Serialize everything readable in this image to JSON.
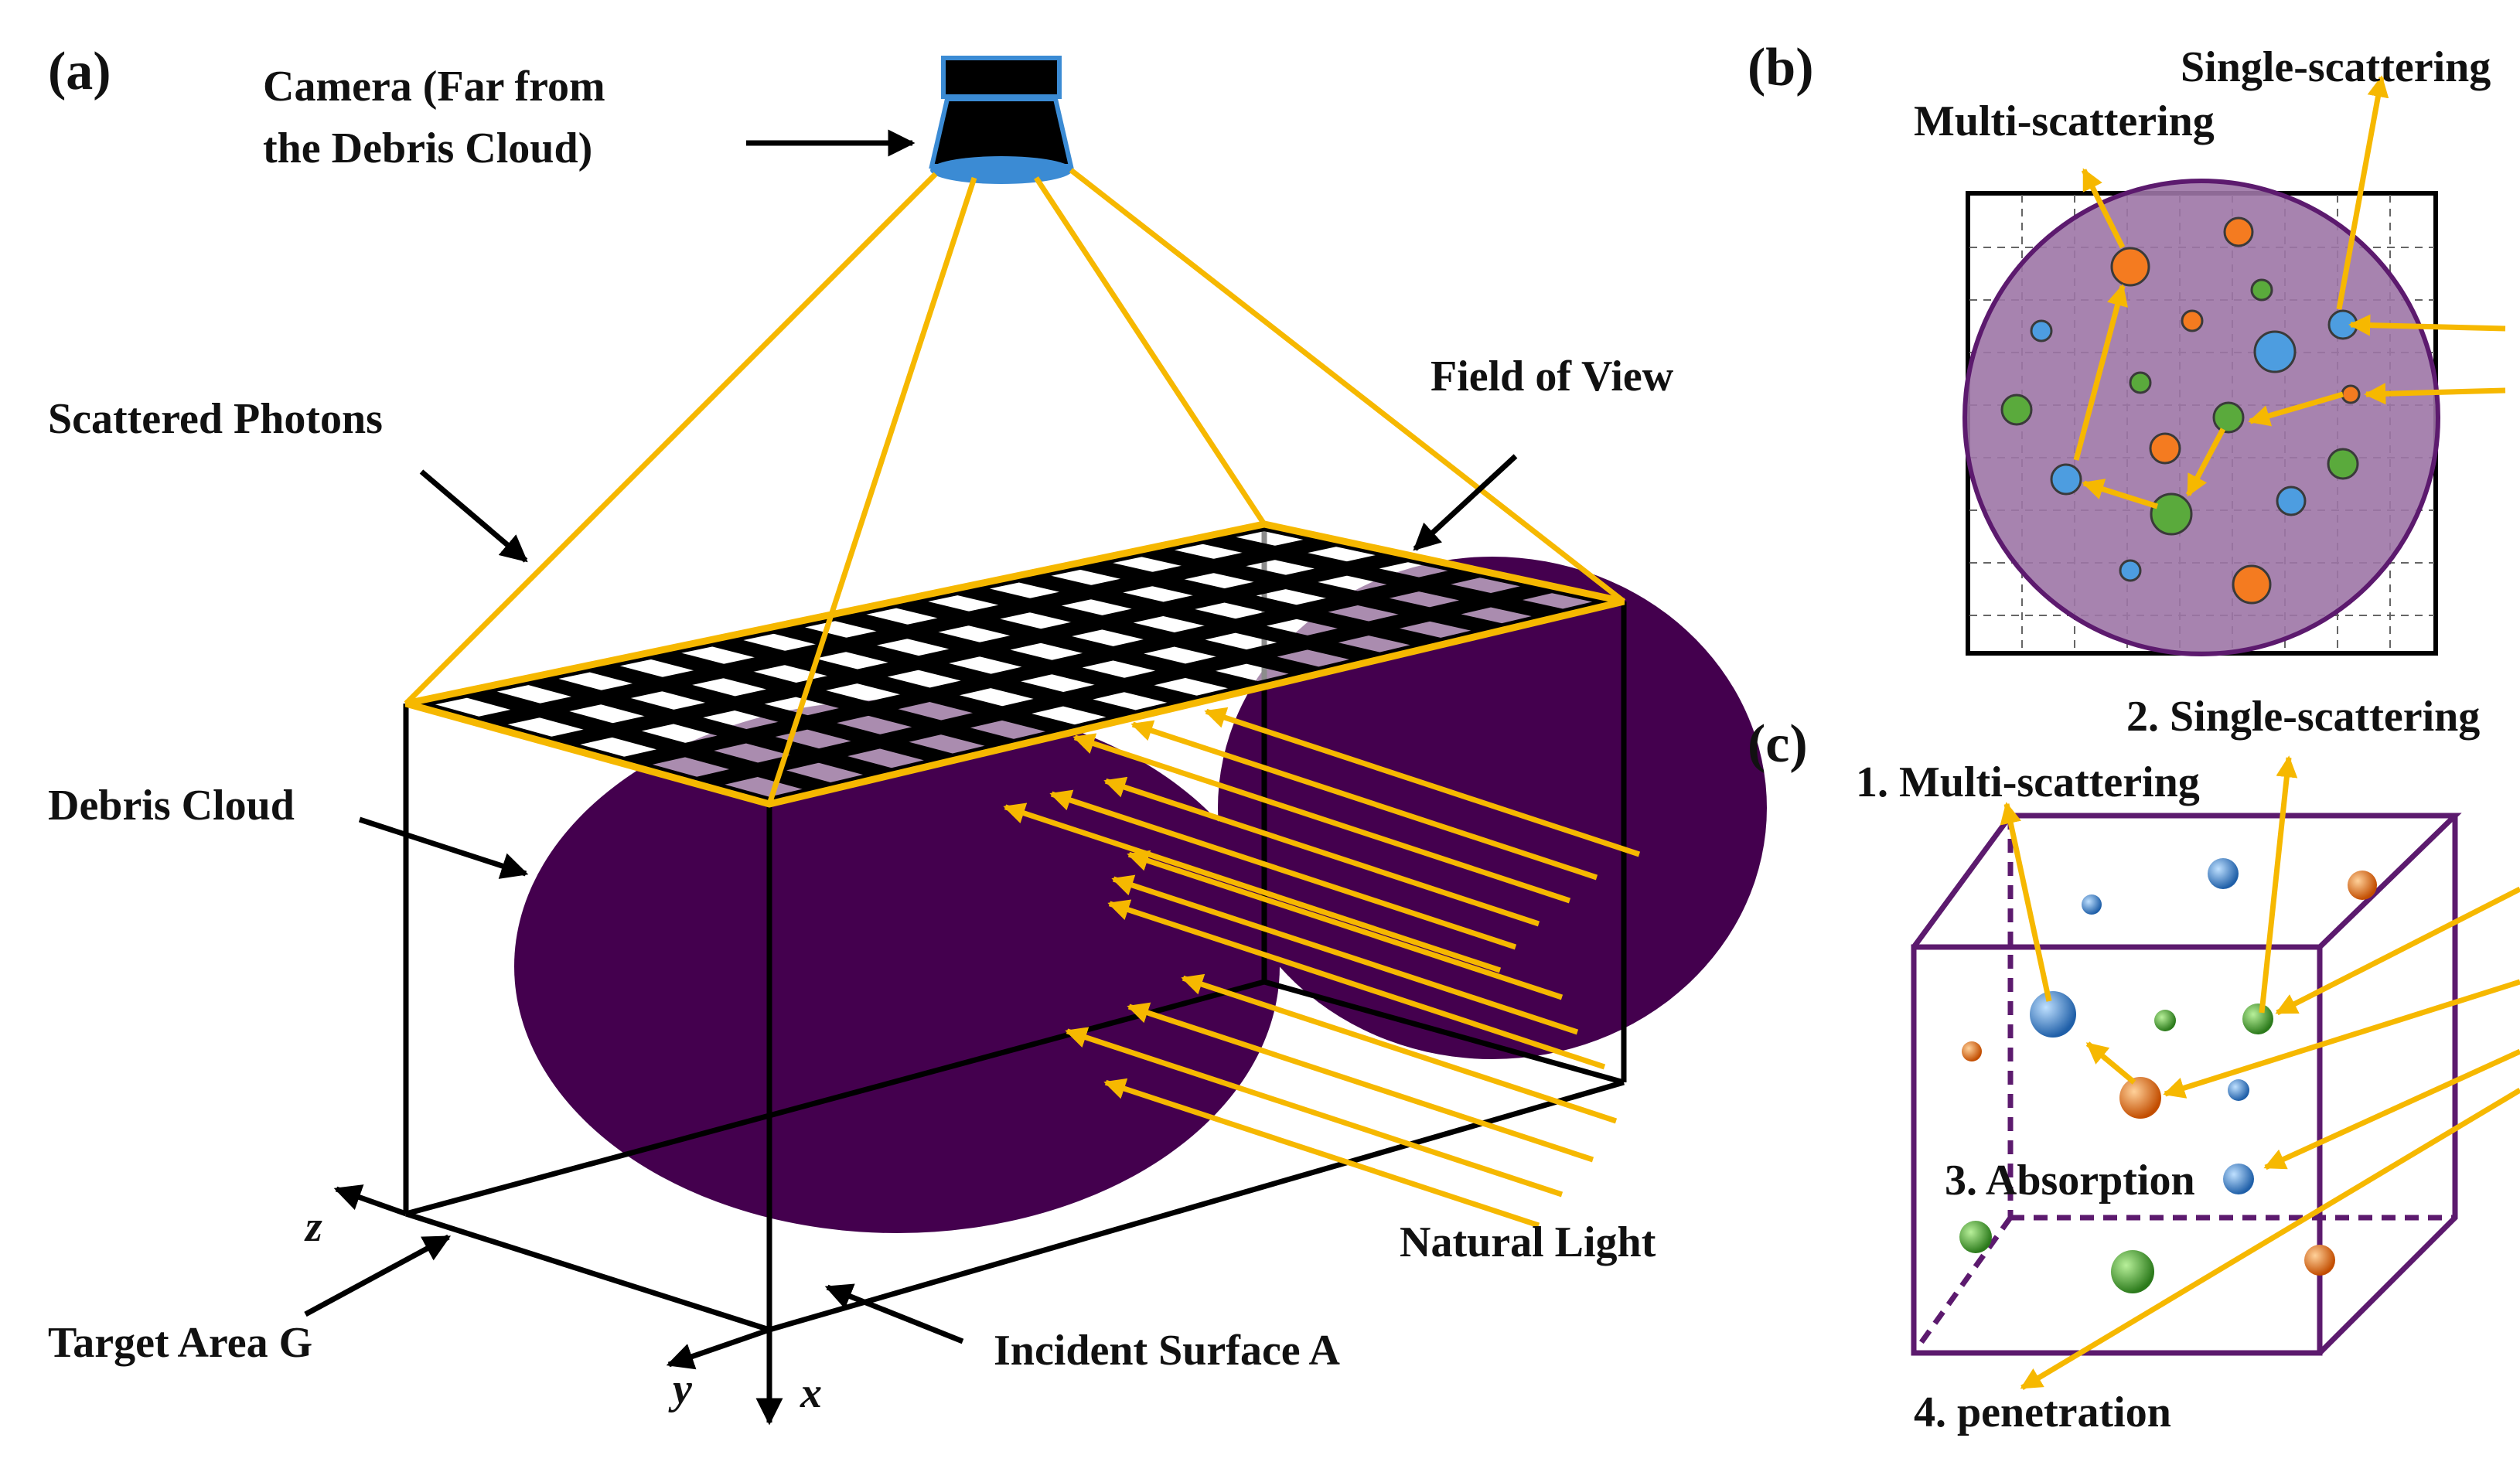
{
  "panels": {
    "a": "(a)",
    "b": "(b)",
    "c": "(c)"
  },
  "labels": {
    "camera_line1": "Camera (Far from",
    "camera_line2": "the Debris Cloud)",
    "scattered_photons": "Scattered Photons",
    "field_of_view": "Field of View",
    "debris_cloud": "Debris Cloud",
    "natural_light": "Natural Light",
    "target_area": "Target Area G",
    "incident_surface": "Incident  Surface A",
    "axis_z": "z",
    "axis_y": "y",
    "axis_x": "x"
  },
  "panel_b": {
    "multi_scattering": "Multi-scattering",
    "single_scattering": "Single-scattering"
  },
  "panel_c": {
    "single_scattering": "2. Single-scattering",
    "multi_scattering": "1. Multi-scattering",
    "absorption": "3. Absorption",
    "penetration": "4. penetration"
  },
  "colors": {
    "cloud": "#44004e",
    "cloud_b": "#9d75a6",
    "ray": "#f6b800",
    "particle_blue": "#4d9de0",
    "particle_orange": "#f47b20",
    "particle_green": "#5aaa3c",
    "cube": "#5c1a6e"
  }
}
